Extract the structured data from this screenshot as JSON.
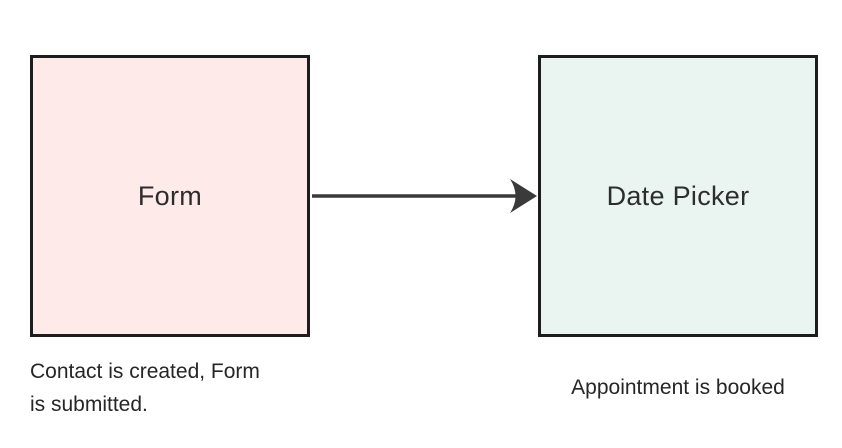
{
  "diagram": {
    "background_color": "#ffffff",
    "border_color": "#1d1d1d",
    "nodes": [
      {
        "id": "form",
        "label": "Form",
        "fill": "#fdeae9",
        "caption": "Contact is created, Form\nis submitted."
      },
      {
        "id": "date-picker",
        "label": "Date Picker",
        "fill": "#eaf5f2",
        "caption": "Appointment is booked"
      }
    ],
    "edge": {
      "from": "Form",
      "to": "Date Picker",
      "color": "#3a3a3a",
      "arrowhead": "chevron"
    }
  }
}
